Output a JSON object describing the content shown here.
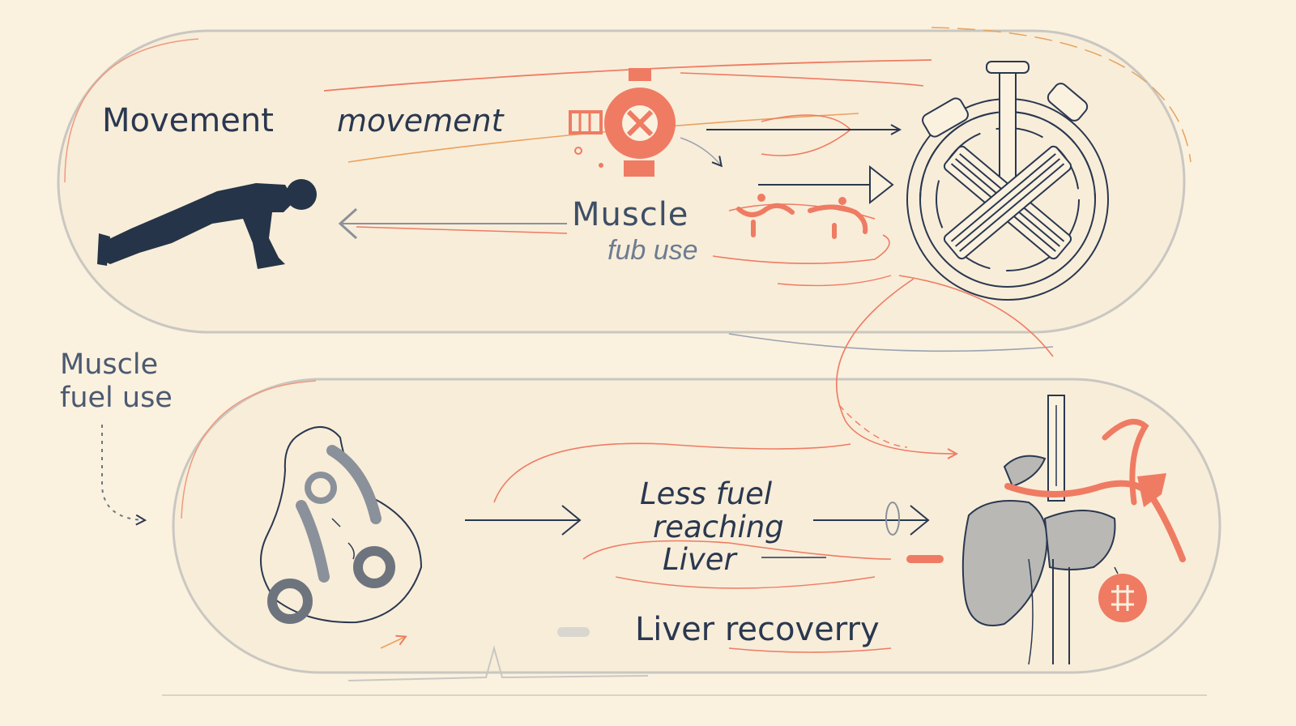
{
  "colors": {
    "background": "#fbf1df",
    "panel_fill": "#f8edd9",
    "navy": "#2a3850",
    "coral": "#ef7b63",
    "grey": "#8b919a"
  },
  "icons": {
    "person": "push-up-person-icon",
    "top_center": "coral-gear-icon",
    "top_right": "muscle-fiber-circle-icon",
    "bottom_left": "digestive-organs-icon",
    "bottom_right": "liver-organ-icon"
  },
  "top_panel": {
    "title": "Movement",
    "title_italic": "movement",
    "muscle_label": "Muscle",
    "muscle_sub": "fub use"
  },
  "side_label": {
    "line1": "Muscle",
    "line2": "fuel use"
  },
  "bottom_panel": {
    "center_lines": [
      "Less fuel",
      "reaching",
      "Liver"
    ],
    "recovery": "Liver recoverry"
  }
}
